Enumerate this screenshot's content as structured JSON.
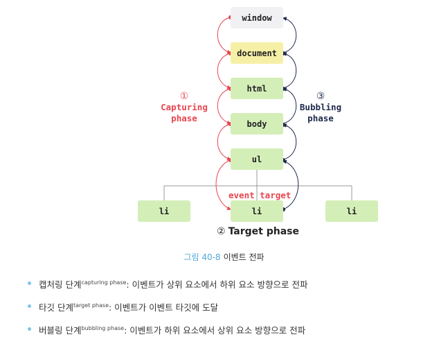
{
  "nodes": {
    "window": "window",
    "document": "document",
    "html": "html",
    "body": "body",
    "ul": "ul",
    "li_left": "li",
    "li_center": "li",
    "li_right": "li"
  },
  "capturing": {
    "number": "①",
    "label_line1": "Capturing",
    "label_line2": "phase"
  },
  "bubbling": {
    "number": "③",
    "label_line1": "Bubbling",
    "label_line2": "phase"
  },
  "event_target": "event target",
  "target_phase": {
    "number": "②",
    "label": "Target phase"
  },
  "caption": {
    "figure": "그림 40-8",
    "title": "이벤트 전파"
  },
  "bullets": [
    {
      "term": "캡처링 단계",
      "sup": "capturing phase",
      "text": ": 이벤트가 상위 요소에서 하위 요소 방향으로 전파"
    },
    {
      "term": "타깃 단계",
      "sup": "target phase",
      "text": ": 이벤트가 이벤트 타깃에 도달"
    },
    {
      "term": "버블링 단계",
      "sup": "bubbling phase",
      "text": ": 이벤트가 하위 요소에서 상위 요소 방향으로 전파"
    }
  ],
  "colors": {
    "capture": "#e8454f",
    "bubble": "#1e2a4d",
    "node_green": "#d4eeb8",
    "node_yellow": "#f5f0a6",
    "node_window": "#f1f1f4",
    "bullet": "#7fc4e8"
  }
}
